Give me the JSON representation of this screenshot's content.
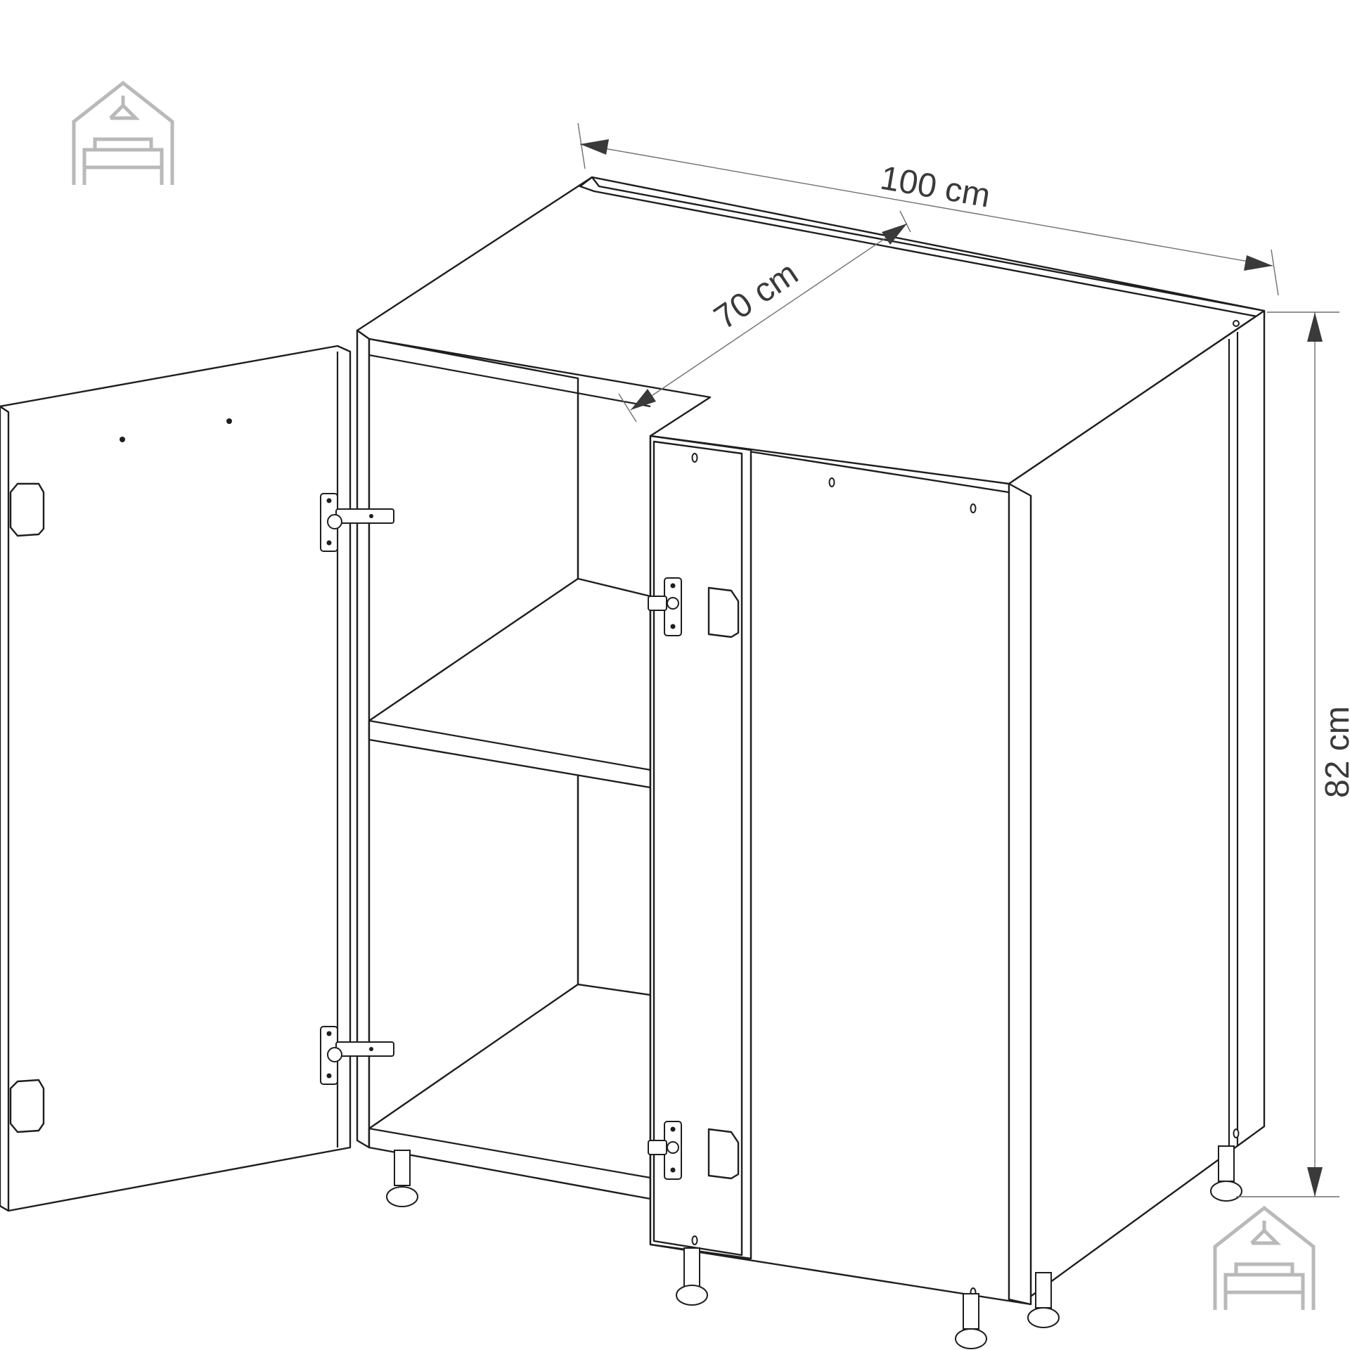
{
  "dimensions": {
    "width": "100 cm",
    "depth": "70 cm",
    "height": "82 cm"
  },
  "icons": {
    "top_left": "house-sofa-logo-icon",
    "bottom_right": "house-sofa-logo-icon"
  },
  "colors": {
    "lines": "#1e1e1e",
    "dimension_text": "#3a3a3a",
    "logo": "#b9b9b9",
    "background": "#ffffff"
  }
}
